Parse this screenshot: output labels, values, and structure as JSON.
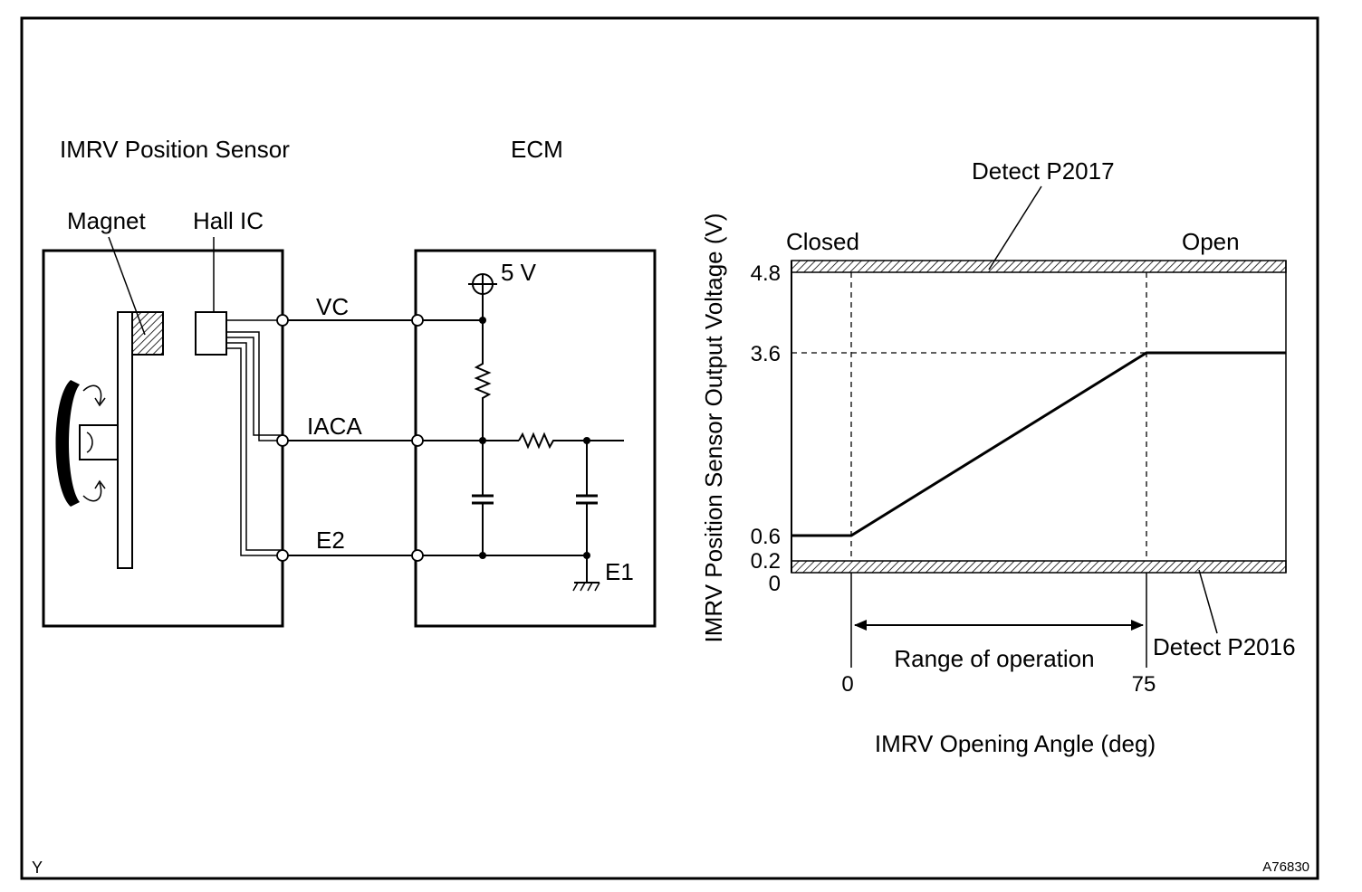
{
  "circuit": {
    "sensor_title": "IMRV Position Sensor",
    "ecm_title": "ECM",
    "magnet_label": "Magnet",
    "hall_label": "Hall IC",
    "vc_label": "VC",
    "iaca_label": "IACA",
    "e2_label": "E2",
    "supply_label": "5 V",
    "ground_label": "E1"
  },
  "graph": {
    "ylabel": "IMRV Position Sensor Output Voltage (V)",
    "xlabel": "IMRV Opening Angle (deg)",
    "closed_label": "Closed",
    "open_label": "Open",
    "detect_high": "Detect P2017",
    "detect_low": "Detect P2016",
    "range_label": "Range of operation",
    "y_ticks": [
      "4.8",
      "3.6",
      "0.6",
      "0.2",
      "0"
    ],
    "x_ticks": [
      "0",
      "75"
    ]
  },
  "chart_data": {
    "type": "line",
    "title": "",
    "xlabel": "IMRV Opening Angle (deg)",
    "ylabel": "IMRV Position Sensor Output Voltage (V)",
    "series": [
      {
        "x": [
          "Closed",
          0,
          75,
          "Open"
        ],
        "y": [
          0.6,
          0.6,
          3.6,
          3.6
        ]
      }
    ],
    "y_ticks": [
      0,
      0.2,
      0.6,
      3.6,
      4.8
    ],
    "x_ticks": [
      0,
      75
    ],
    "bands": [
      {
        "label": "Detect P2017",
        "y": 4.8
      },
      {
        "label": "Detect P2016",
        "y": 0.2
      }
    ],
    "annotations": [
      "Closed",
      "Open",
      "Range of operation"
    ]
  },
  "footer": {
    "left_code": "Y",
    "figure_id": "A76830"
  }
}
